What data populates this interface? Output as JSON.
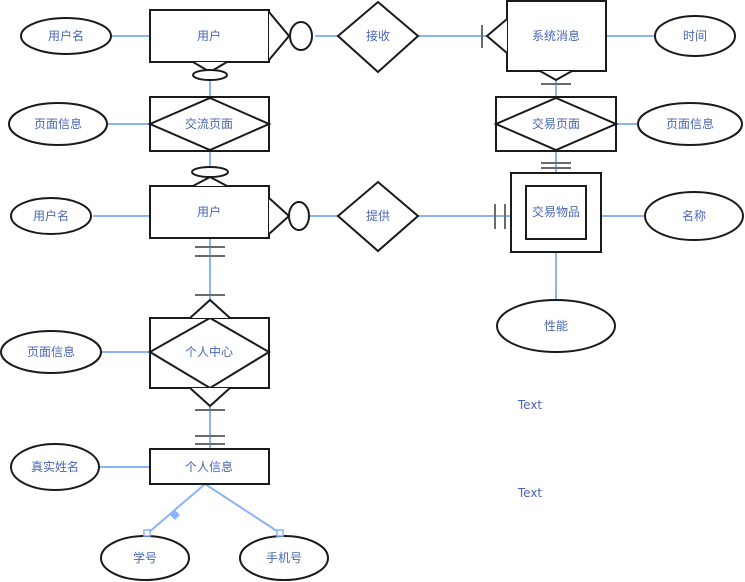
{
  "diagram": {
    "type": "er-diagram",
    "entities": [
      {
        "id": "user_top",
        "label": "用户"
      },
      {
        "id": "sys_msg",
        "label": "系统消息"
      },
      {
        "id": "user_mid",
        "label": "用户"
      },
      {
        "id": "trade_item",
        "label": "交易物品",
        "weak": true
      },
      {
        "id": "personal_info",
        "label": "个人信息"
      }
    ],
    "relationships": [
      {
        "id": "receive",
        "label": "接收"
      },
      {
        "id": "exchange_page",
        "label": "交流页面",
        "associative": true
      },
      {
        "id": "trade_page",
        "label": "交易页面",
        "associative": true
      },
      {
        "id": "provide",
        "label": "提供"
      },
      {
        "id": "personal_center",
        "label": "个人中心",
        "associative": true
      }
    ],
    "attributes": [
      {
        "id": "attr_username_top",
        "label": "用户名"
      },
      {
        "id": "attr_time",
        "label": "时间"
      },
      {
        "id": "attr_pageinfo_1",
        "label": "页面信息"
      },
      {
        "id": "attr_pageinfo_2",
        "label": "页面信息"
      },
      {
        "id": "attr_username_mid",
        "label": "用户名"
      },
      {
        "id": "attr_name",
        "label": "名称"
      },
      {
        "id": "attr_performance",
        "label": "性能"
      },
      {
        "id": "attr_pageinfo_3",
        "label": "页面信息"
      },
      {
        "id": "attr_realname",
        "label": "真实姓名"
      },
      {
        "id": "attr_student_id",
        "label": "学号"
      },
      {
        "id": "attr_phone",
        "label": "手机号"
      }
    ],
    "free_text": [
      "Text",
      "Text"
    ]
  },
  "colors": {
    "connector": "#8ab4f8",
    "label": "#4a66b8",
    "outline": "#1a1a1a",
    "cardinality": "#6b6b6b"
  }
}
